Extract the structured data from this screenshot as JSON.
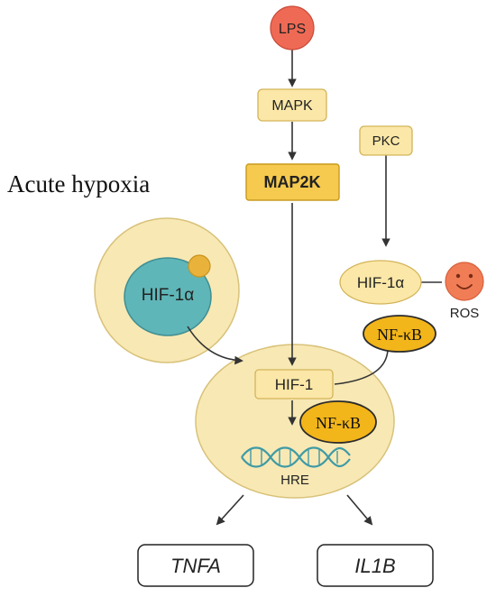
{
  "title": "Acute hypoxia",
  "colors": {
    "cell_fill": "#f8e8b4",
    "cell_stroke": "#d8c27a",
    "nucleus_fill": "#5fb6b8",
    "box_fill": "#fbe7a7",
    "box_stroke": "#d3b45a",
    "map2k_fill": "#f5ca4e",
    "lps_fill": "#ef6a55",
    "nfkb_fill": "#f2b51a",
    "ros_fill": "#f07d56",
    "dna_color": "#3e9aa6",
    "arrow": "#333333"
  },
  "nodes": {
    "lps": "LPS",
    "mapk": "MAPK",
    "map2k": "MAP2K",
    "pkc": "PKC",
    "hif1a_left": "HIF-1α",
    "hif1a_right": "HIF-1α",
    "ros": "ROS",
    "nfkb_top": "NF-κB",
    "hif1": "HIF-1",
    "nfkb_nucleus": "NF-κB",
    "hre": "HRE",
    "tnfa": "TNFA",
    "il1b": "IL1B"
  }
}
